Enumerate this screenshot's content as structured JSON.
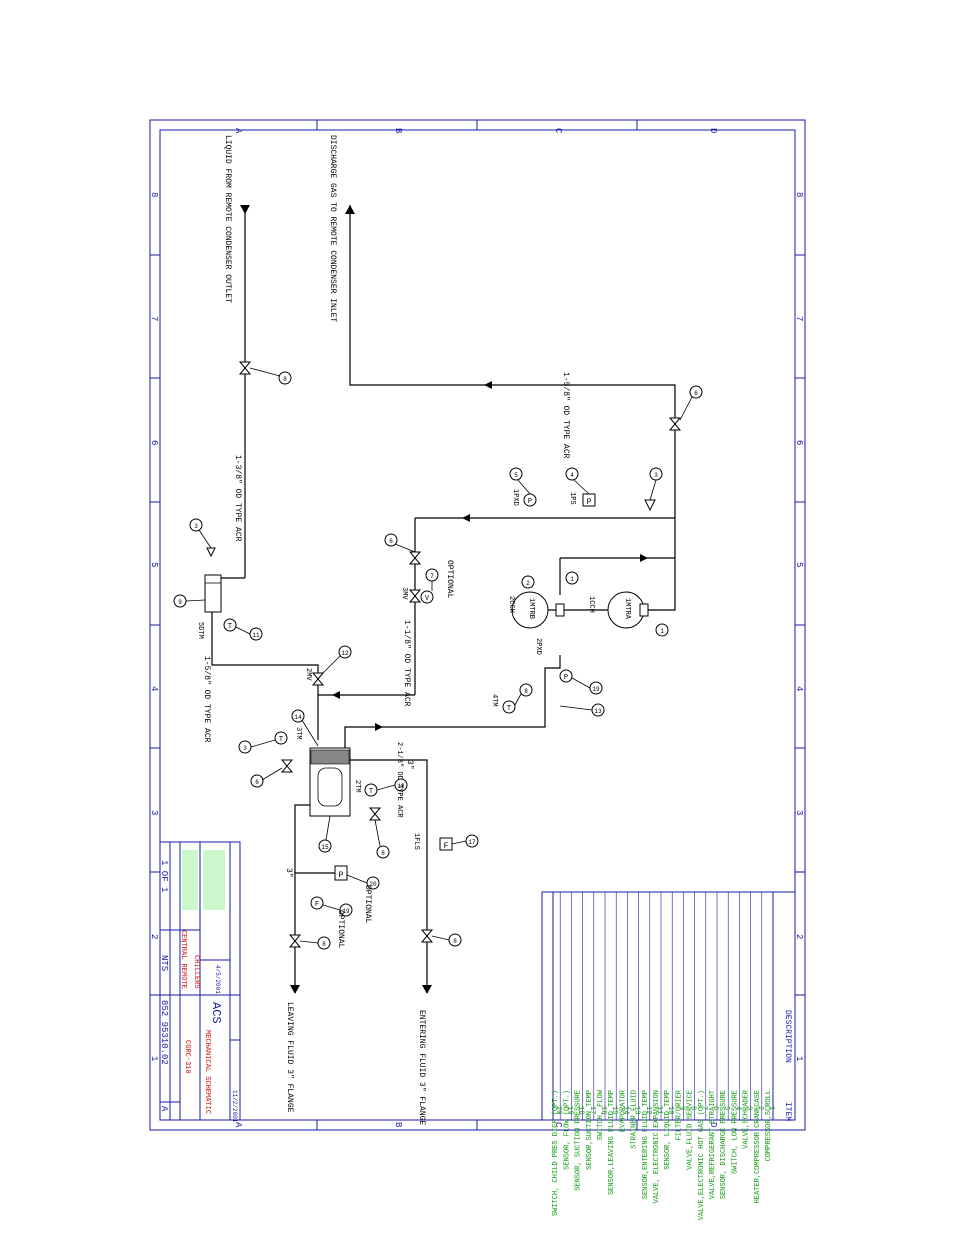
{
  "drawing": {
    "title": "MECHANICAL SCHEMATIC",
    "model": "CGRC-310",
    "category": "CHILLERS",
    "variant": "CENTRAL REMOTE",
    "scale": "NTS",
    "sheet": "1 OF 1",
    "number": "852 95310.02",
    "revision": "A",
    "brand": "ACS",
    "date1": "4/5/2001",
    "date2": "11/2/2001"
  },
  "border": {
    "rows": [
      "A",
      "B",
      "C",
      "D"
    ],
    "cols": [
      "8",
      "7",
      "6",
      "5",
      "4",
      "3",
      "2",
      "1"
    ]
  },
  "annotations": {
    "liquid_from": "LIQUID FROM REMOTE CONDENSER OUTLET",
    "discharge_to": "DISCHARGE GAS TO REMOTE CONDENSER INLET",
    "entering_fluid": "ENTERING FLUID 3\" FLANGE",
    "leaving_fluid": "LEAVING FLUID 3\" FLANGE",
    "pipe_liquid": "1-3/8\" OD TYPE ACR",
    "pipe_discharge": "1-5/8\" OD TYPE ACR",
    "pipe_hotgas": "1-1/8\" OD TYPE ACR",
    "pipe_suction": "2-1/8\" OD TYPE ACR",
    "pipe_liquid2": "1-5/8\" OD TYPE ACR",
    "optional": "OPTIONAL",
    "three_in": "3\"",
    "compressor_a": "1MTRA",
    "compressor_b": "1MTRB",
    "heater_a": "1CCH",
    "heater_b": "2CCH",
    "lps": "1PS",
    "hps": "1PXD",
    "ps2": "2PXD",
    "tm4": "4TM",
    "tm3": "3TM",
    "tm2": "2TM",
    "sv": "3MV",
    "sv2": "2MV",
    "sol": "5DTM",
    "fs": "1FLS"
  },
  "table": {
    "headers": [
      "ITEM",
      "DESCRIPTION"
    ],
    "rows": [
      [
        "1",
        "COMPRESSOR,SCROLL"
      ],
      [
        "2",
        "HEATER,COMPRESSOR CRANKCASE"
      ],
      [
        "3",
        "VALVE,SCHRADER"
      ],
      [
        "4",
        "SWITCH, LOW PRESSURE"
      ],
      [
        "5",
        "SENSOR, DISCHARGE PRESSURE"
      ],
      [
        "6",
        "VALVE,REFRIGERANT STRAIGHT"
      ],
      [
        "7",
        "VALVE,ELECTRONIC HOT GAS (OPT.)"
      ],
      [
        "8",
        "VALVE,FLUID SERVICE"
      ],
      [
        "9",
        "FILTER/DRIER"
      ],
      [
        "10",
        "SENSOR, LIQUID TEMP"
      ],
      [
        "11",
        "VALVE, ELECTRONIC EXPANSION"
      ],
      [
        "12",
        "SENSOR,ENTERING FLUID TEMP"
      ],
      [
        "13",
        "STRAINER FLUID"
      ],
      [
        "14",
        "EVAPORATOR"
      ],
      [
        "15",
        "SENSOR,LEAVING FLUID TEMP"
      ],
      [
        "16",
        "SWITCH, FLOW"
      ],
      [
        "17",
        "SENSOR,SUCTION TEMP"
      ],
      [
        "18",
        "SENSOR, SUCTION PRESSURE"
      ],
      [
        "19",
        "SENSOR, FLOW (OPT.)"
      ],
      [
        "20",
        "SWITCH, CHILD PRES DIFF (OPT.)"
      ]
    ]
  }
}
